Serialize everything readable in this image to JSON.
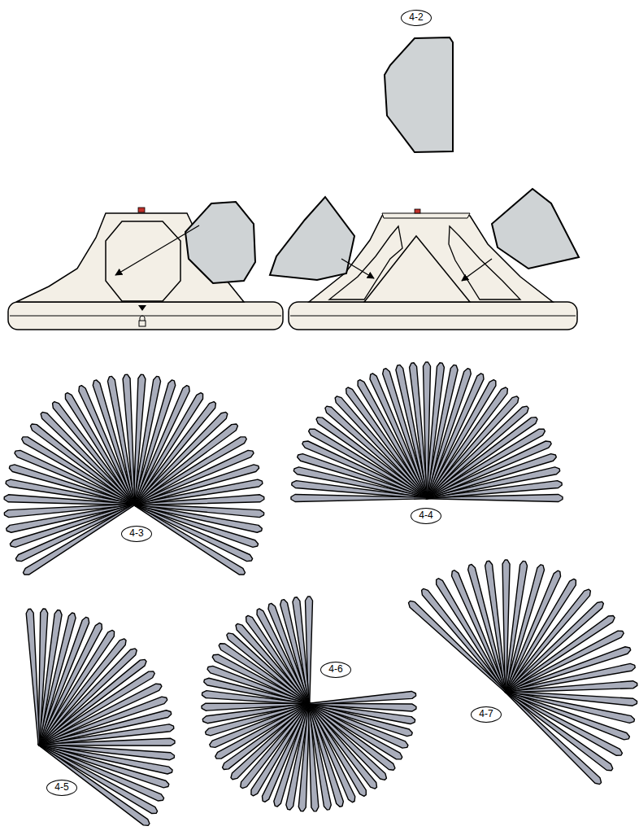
{
  "diagram": {
    "nodes": [
      {
        "text": [
          "4-2"
        ]
      },
      {
        "text": [
          "4-3"
        ]
      },
      {
        "text": [
          "4-4"
        ]
      },
      {
        "text": [
          "4-5"
        ]
      },
      {
        "text": [
          "4-6"
        ]
      },
      {
        "text": [
          "4-7"
        ]
      }
    ]
  }
}
